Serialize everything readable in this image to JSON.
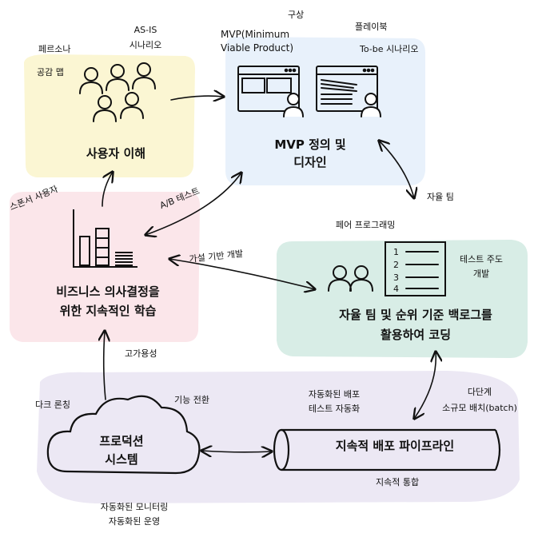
{
  "colors": {
    "user_bg": "#fbf6d3",
    "mvp_bg": "#e8f1fb",
    "learn_bg": "#fbe6ea",
    "team_bg": "#d8ede6",
    "cd_bg": "#ece8f4",
    "stroke": "#111111"
  },
  "user": {
    "persona": "페르소나",
    "empathy": "공감 맵",
    "asis1": "AS-IS",
    "asis2": "시나리오",
    "title": "사용자 이해"
  },
  "mvp": {
    "concept": "구상",
    "mvp1": "MVP(Minimum",
    "mvp2": "Viable Product)",
    "playbook": "플레이북",
    "tobe": "To-be 시나리오",
    "title1": "MVP 정의 및",
    "title2": "디자인"
  },
  "learn": {
    "sponsor": "스폰서 사용자",
    "ab": "A/B 테스트",
    "title1": "비즈니스 의사결정을",
    "title2": "위한 지속적인 학습",
    "hypo": "가설 기반 개발",
    "value": "고가용성"
  },
  "team": {
    "auto": "자율 팀",
    "pair": "페어 프로그래밍",
    "tdd1": "테스트 주도",
    "tdd2": "개발",
    "list": [
      "1",
      "2",
      "3",
      "4"
    ],
    "title1": "자율 팀 및 순위 기준 백로그를",
    "title2": "활용하여 코딩"
  },
  "cd": {
    "dark": "다크 론칭",
    "toggle": "기능 전환",
    "deploy1": "자동화된 배포",
    "deploy2": "테스트 자동화",
    "multi1": "다단계",
    "multi2": "소규모 배치(batch)",
    "prod1": "프로덕션",
    "prod2": "시스템",
    "pipeline": "지속적 배포 파이프라인",
    "ci": "지속적 통합",
    "mon1": "자동화된 모니터링",
    "mon2": "자동화된 운영"
  }
}
